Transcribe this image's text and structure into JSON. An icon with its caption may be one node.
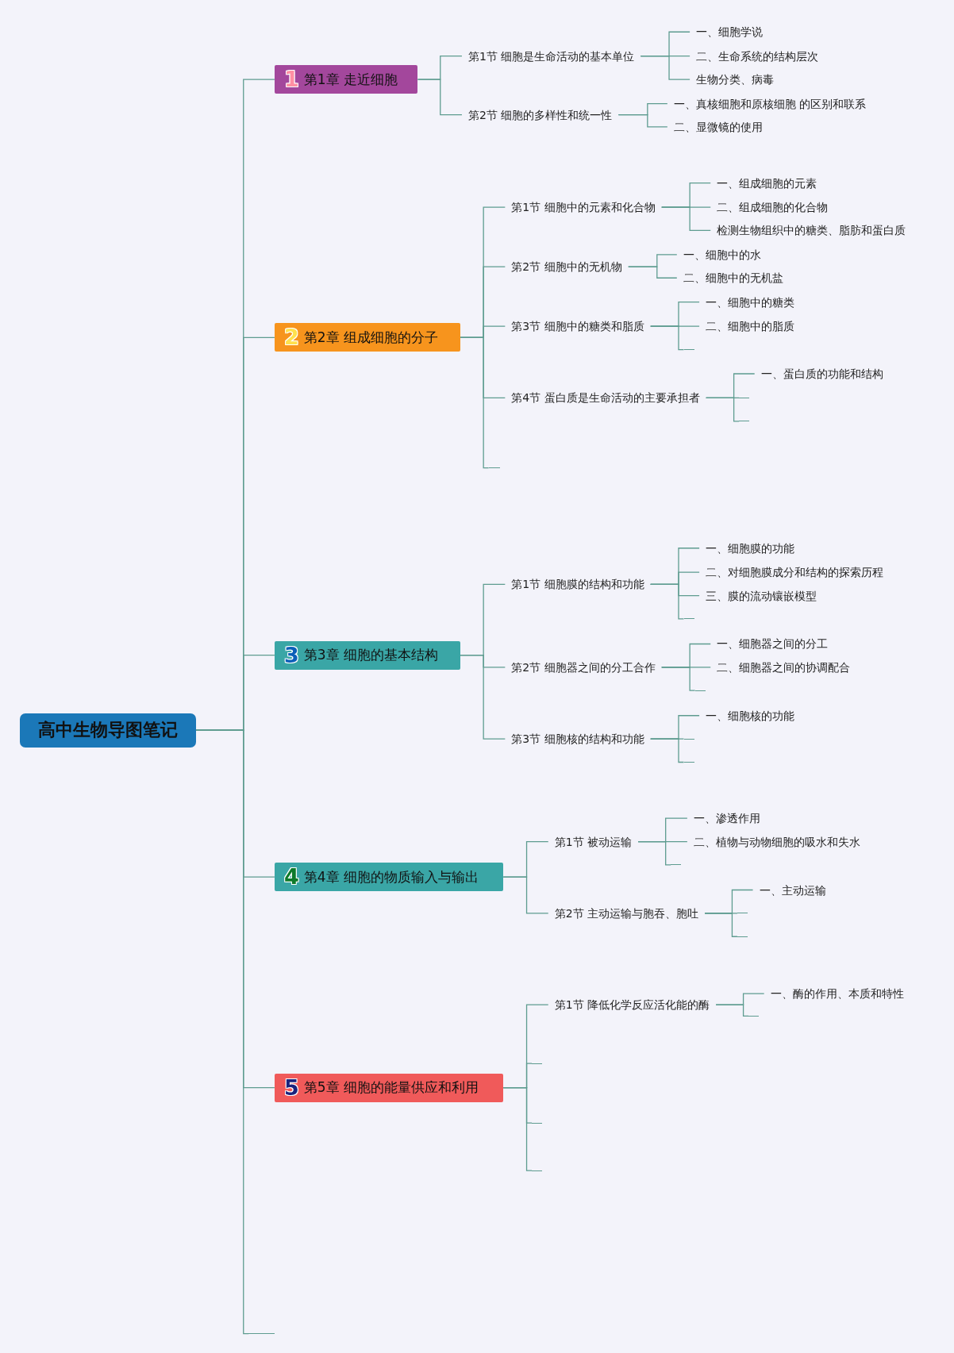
{
  "diagram": {
    "nodes": [
      {
        "text": [
          "高中生物导图笔记"
        ]
      },
      {
        "text": [
          "1",
          "第1章 走近细胞"
        ]
      },
      {
        "text": [
          "第1节 细胞是生命活动的基本单位"
        ]
      },
      {
        "text": [
          "一、细胞学说"
        ]
      },
      {
        "text": [
          "二、生命系统的结构层次"
        ]
      },
      {
        "text": [
          "生物分类、病毒"
        ]
      },
      {
        "text": [
          "第2节 细胞的多样性和统一性"
        ]
      },
      {
        "text": [
          "一、真核细胞和原核细胞 的区别和联系"
        ]
      },
      {
        "text": [
          "二、显微镜的使用"
        ]
      },
      {
        "text": [
          "2",
          "第2章 组成细胞的分子"
        ]
      },
      {
        "text": [
          "第1节 细胞中的元素和化合物"
        ]
      },
      {
        "text": [
          "一、组成细胞的元素"
        ]
      },
      {
        "text": [
          "二、组成细胞的化合物"
        ]
      },
      {
        "text": [
          "检测生物组织中的糖类、脂肪和蛋白质"
        ]
      },
      {
        "text": [
          "第2节 细胞中的无机物"
        ]
      },
      {
        "text": [
          "一、细胞中的水"
        ]
      },
      {
        "text": [
          "二、细胞中的无机盐"
        ]
      },
      {
        "text": [
          "第3节 细胞中的糖类和脂质"
        ]
      },
      {
        "text": [
          "一、细胞中的糖类"
        ]
      },
      {
        "text": [
          "二、细胞中的脂质"
        ]
      },
      {
        "text": [
          "第4节 蛋白质是生命活动的主要承担者"
        ]
      },
      {
        "text": [
          "一、蛋白质的功能和结构"
        ]
      },
      {
        "text": [
          "3",
          "第3章 细胞的基本结构"
        ]
      },
      {
        "text": [
          "第1节 细胞膜的结构和功能"
        ]
      },
      {
        "text": [
          "一、细胞膜的功能"
        ]
      },
      {
        "text": [
          "二、对细胞膜成分和结构的探索历程"
        ]
      },
      {
        "text": [
          "三、膜的流动镶嵌模型"
        ]
      },
      {
        "text": [
          "第2节 细胞器之间的分工合作"
        ]
      },
      {
        "text": [
          "一、细胞器之间的分工"
        ]
      },
      {
        "text": [
          "二、细胞器之间的协调配合"
        ]
      },
      {
        "text": [
          "第3节 细胞核的结构和功能"
        ]
      },
      {
        "text": [
          "一、细胞核的功能"
        ]
      },
      {
        "text": [
          "4",
          "第4章 细胞的物质输入与输出"
        ]
      },
      {
        "text": [
          "第1节 被动运输"
        ]
      },
      {
        "text": [
          "一、渗透作用"
        ]
      },
      {
        "text": [
          "二、植物与动物细胞的吸水和失水"
        ]
      },
      {
        "text": [
          "第2节 主动运输与胞吞、胞吐"
        ]
      },
      {
        "text": [
          "一、主动运输"
        ]
      },
      {
        "text": [
          "5",
          "第5章 细胞的能量供应和利用"
        ]
      },
      {
        "text": [
          "第1节 降低化学反应活化能的酶"
        ]
      },
      {
        "text": [
          "一、酶的作用、本质和特性"
        ]
      },
      {
        "text": [],
        "shape": "line"
      },
      {
        "text": [],
        "shape": "line"
      },
      {
        "text": [],
        "shape": "line"
      },
      {
        "text": [],
        "shape": "line"
      },
      {
        "text": [],
        "shape": "line"
      },
      {
        "text": [],
        "shape": "line"
      },
      {
        "text": [],
        "shape": "line"
      },
      {
        "text": [],
        "shape": "line"
      },
      {
        "text": [],
        "shape": "line"
      },
      {
        "text": [],
        "shape": "line"
      },
      {
        "text": [],
        "shape": "line"
      },
      {
        "text": [],
        "shape": "line"
      },
      {
        "text": [],
        "shape": "line"
      },
      {
        "text": [],
        "shape": "line"
      },
      {
        "text": [],
        "shape": "line"
      },
      {
        "text": [],
        "shape": "line"
      }
    ],
    "edges": [
      {
        "from": 0,
        "to": 1,
        "arrow": "none"
      },
      {
        "from": 0,
        "to": 9,
        "arrow": "none"
      },
      {
        "from": 0,
        "to": 22,
        "arrow": "none"
      },
      {
        "from": 0,
        "to": 32,
        "arrow": "none"
      },
      {
        "from": 0,
        "to": 38,
        "arrow": "none"
      },
      {
        "from": 0,
        "to": 41,
        "arrow": "none"
      },
      {
        "from": 1,
        "to": 2,
        "arrow": "none"
      },
      {
        "from": 1,
        "to": 6,
        "arrow": "none"
      },
      {
        "from": 2,
        "to": 3,
        "arrow": "none"
      },
      {
        "from": 2,
        "to": 4,
        "arrow": "none"
      },
      {
        "from": 2,
        "to": 5,
        "arrow": "none"
      },
      {
        "from": 6,
        "to": 7,
        "arrow": "none"
      },
      {
        "from": 6,
        "to": 8,
        "arrow": "none"
      },
      {
        "from": 9,
        "to": 10,
        "arrow": "none"
      },
      {
        "from": 9,
        "to": 14,
        "arrow": "none"
      },
      {
        "from": 9,
        "to": 17,
        "arrow": "none"
      },
      {
        "from": 9,
        "to": 20,
        "arrow": "none"
      },
      {
        "from": 9,
        "to": 42,
        "arrow": "none"
      },
      {
        "from": 10,
        "to": 11,
        "arrow": "none"
      },
      {
        "from": 10,
        "to": 12,
        "arrow": "none"
      },
      {
        "from": 10,
        "to": 13,
        "arrow": "none"
      },
      {
        "from": 14,
        "to": 15,
        "arrow": "none"
      },
      {
        "from": 14,
        "to": 16,
        "arrow": "none"
      },
      {
        "from": 17,
        "to": 18,
        "arrow": "none"
      },
      {
        "from": 17,
        "to": 19,
        "arrow": "none"
      },
      {
        "from": 17,
        "to": 43,
        "arrow": "none"
      },
      {
        "from": 20,
        "to": 21,
        "arrow": "none"
      },
      {
        "from": 20,
        "to": 44,
        "arrow": "none"
      },
      {
        "from": 20,
        "to": 45,
        "arrow": "none"
      },
      {
        "from": 22,
        "to": 23,
        "arrow": "none"
      },
      {
        "from": 22,
        "to": 27,
        "arrow": "none"
      },
      {
        "from": 22,
        "to": 30,
        "arrow": "none"
      },
      {
        "from": 23,
        "to": 24,
        "arrow": "none"
      },
      {
        "from": 23,
        "to": 25,
        "arrow": "none"
      },
      {
        "from": 23,
        "to": 26,
        "arrow": "none"
      },
      {
        "from": 23,
        "to": 46,
        "arrow": "none"
      },
      {
        "from": 27,
        "to": 28,
        "arrow": "none"
      },
      {
        "from": 27,
        "to": 29,
        "arrow": "none"
      },
      {
        "from": 27,
        "to": 47,
        "arrow": "none"
      },
      {
        "from": 30,
        "to": 31,
        "arrow": "none"
      },
      {
        "from": 30,
        "to": 48,
        "arrow": "none"
      },
      {
        "from": 30,
        "to": 49,
        "arrow": "none"
      },
      {
        "from": 32,
        "to": 33,
        "arrow": "none"
      },
      {
        "from": 32,
        "to": 36,
        "arrow": "none"
      },
      {
        "from": 33,
        "to": 34,
        "arrow": "none"
      },
      {
        "from": 33,
        "to": 35,
        "arrow": "none"
      },
      {
        "from": 33,
        "to": 50,
        "arrow": "none"
      },
      {
        "from": 36,
        "to": 37,
        "arrow": "none"
      },
      {
        "from": 36,
        "to": 51,
        "arrow": "none"
      },
      {
        "from": 36,
        "to": 52,
        "arrow": "none"
      },
      {
        "from": 38,
        "to": 39,
        "arrow": "none"
      },
      {
        "from": 38,
        "to": 53,
        "arrow": "none"
      },
      {
        "from": 38,
        "to": 54,
        "arrow": "none"
      },
      {
        "from": 38,
        "to": 55,
        "arrow": "none"
      },
      {
        "from": 39,
        "to": 40,
        "arrow": "none"
      },
      {
        "from": 39,
        "to": 56,
        "arrow": "none"
      }
    ]
  }
}
